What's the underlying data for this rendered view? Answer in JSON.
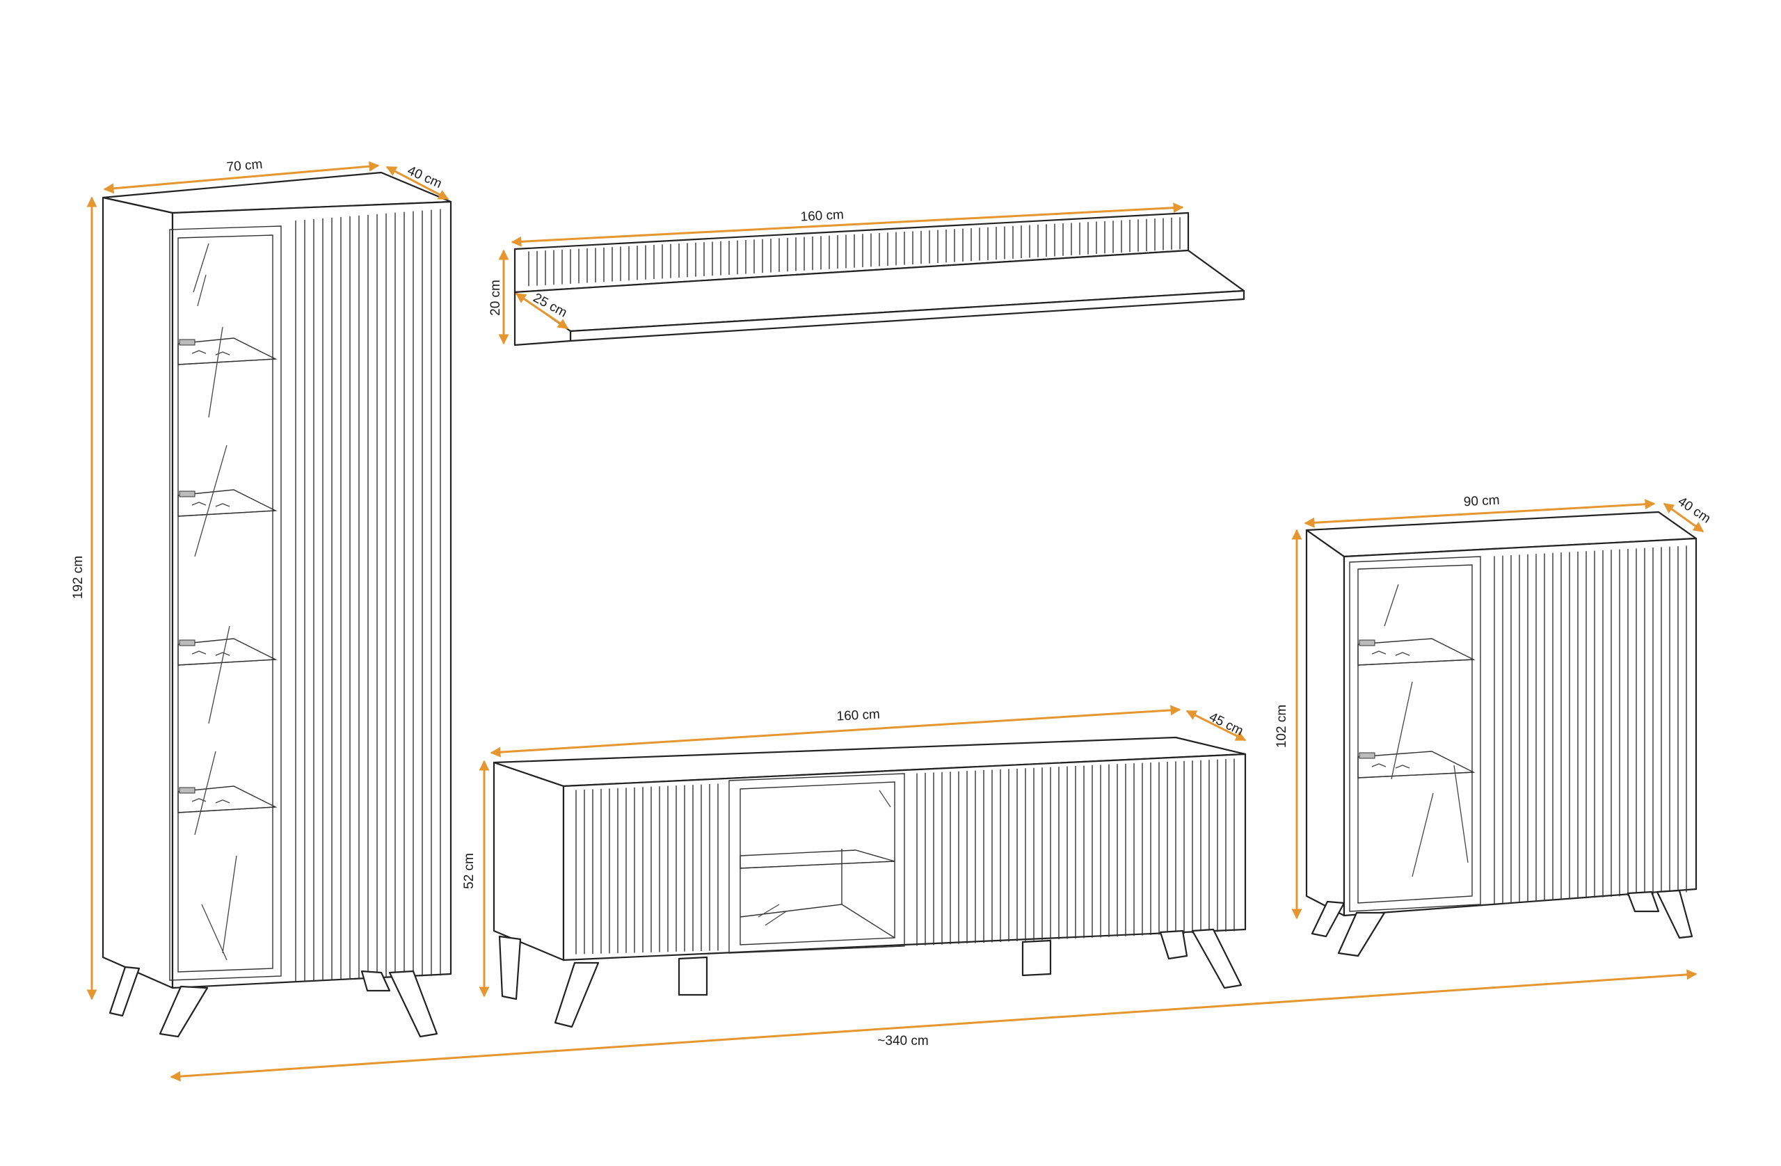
{
  "colors": {
    "dimension_line": "#e5962e",
    "outline": "#222222",
    "background": "#ffffff"
  },
  "dimensions": {
    "tall_width": "70 cm",
    "tall_depth": "40 cm",
    "tall_height": "192 cm",
    "shelf_width": "160 cm",
    "shelf_height": "20 cm",
    "shelf_depth": "25 cm",
    "tv_width": "160 cm",
    "tv_depth": "45 cm",
    "tv_height": "52 cm",
    "highboard_width": "90 cm",
    "highboard_depth": "40 cm",
    "highboard_height": "102 cm",
    "total_width": "~340 cm"
  }
}
